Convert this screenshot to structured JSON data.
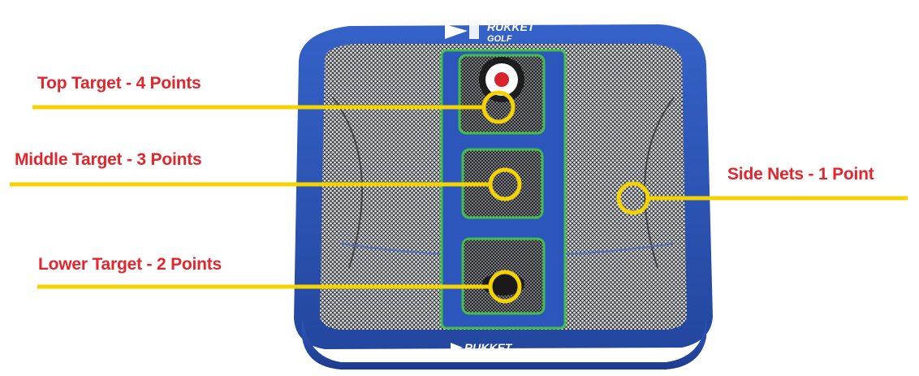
{
  "colors": {
    "label_text": "#e3262b",
    "callout_line": "#f4d300",
    "net_frame": "#2a4fb0",
    "net_frame_dark": "#1b3a8c",
    "net_trim": "#3fbf4a",
    "mesh": "#2b2b2b",
    "logo_white": "#ffffff"
  },
  "brand": {
    "top_logo": "RUKKET",
    "top_logo_sub": "GOLF",
    "bottom_logo": "RUKKET"
  },
  "callouts": {
    "top": "Top Target - 4 Points",
    "middle": "Middle Target - 3 Points",
    "lower": "Lower Target - 2 Points",
    "side": "Side Nets - 1 Point"
  }
}
